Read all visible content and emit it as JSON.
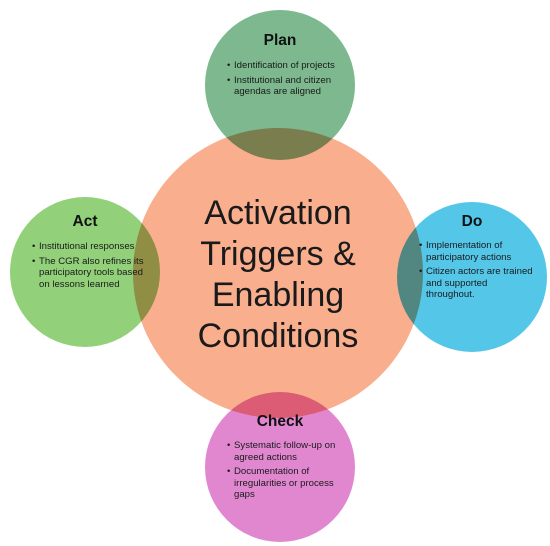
{
  "center": {
    "lines": [
      "Activation",
      "Triggers &",
      "Enabling",
      "Conditions"
    ]
  },
  "plan": {
    "title": "Plan",
    "items": [
      "Identification of projects",
      "Institutional and citizen agendas are aligned"
    ]
  },
  "do": {
    "title": "Do",
    "items": [
      "Implementation of participatory actions",
      "Citizen actors are trained and supported throughout."
    ]
  },
  "check": {
    "title": "Check",
    "items": [
      "Systematic follow-up on agreed actions",
      "Documentation of irregularities or process gaps"
    ]
  },
  "act": {
    "title": "Act",
    "items": [
      "Institutional responses",
      "The CGR also refines its participatory tools based on lessons learned"
    ]
  },
  "colors": {
    "center": "#F9AE8E",
    "plan": "#7DB88E",
    "do": "#54C6E8",
    "check": "#E187D0",
    "act": "#92D07A"
  }
}
